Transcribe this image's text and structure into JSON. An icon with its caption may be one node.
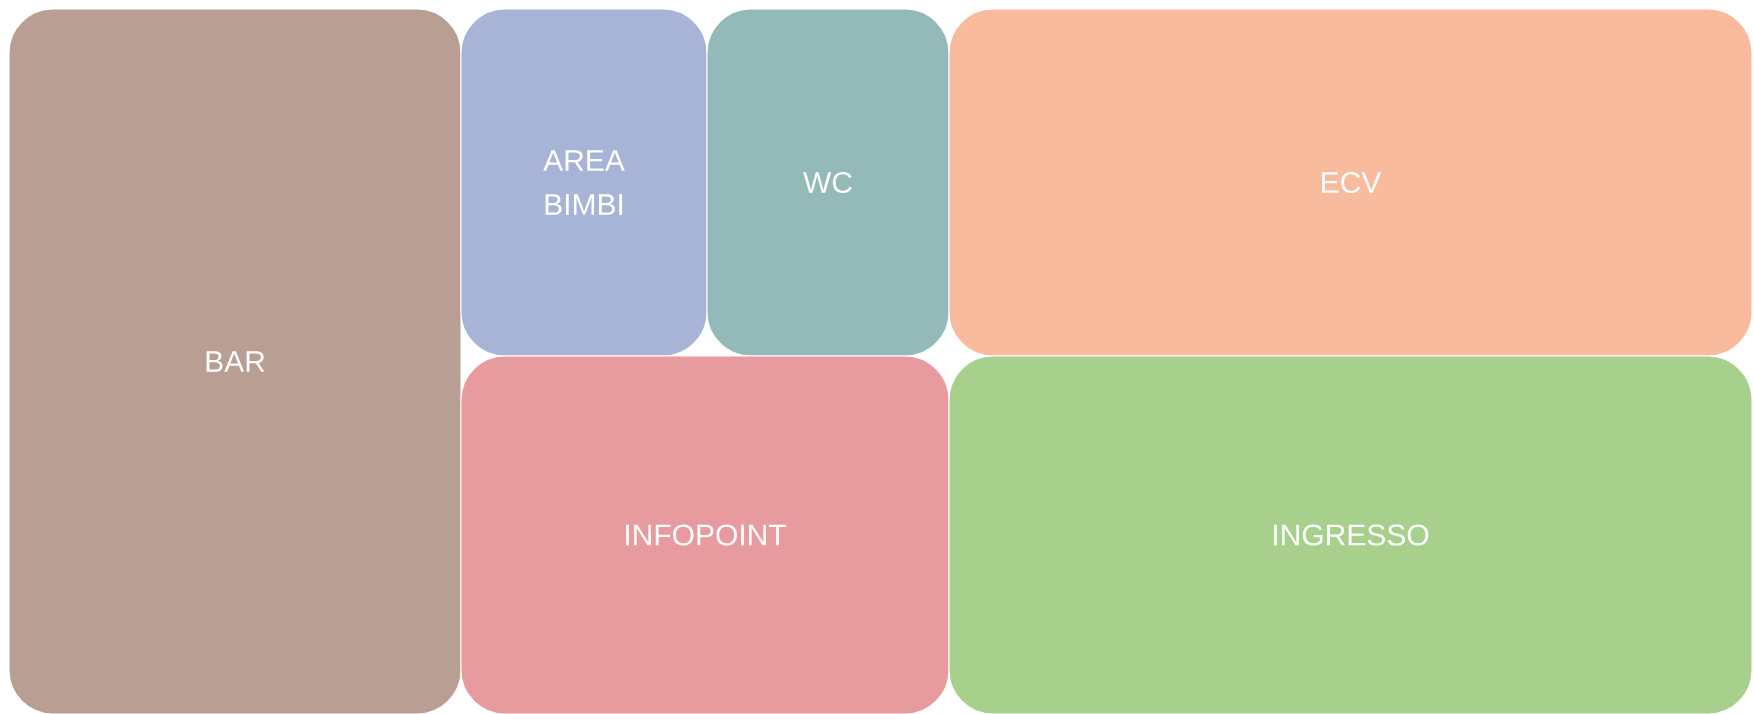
{
  "diagram": {
    "nodes": [
      {
        "text": [
          "BAR"
        ]
      },
      {
        "text": [
          "AREA BIMBI"
        ]
      },
      {
        "text": [
          "WC"
        ]
      },
      {
        "text": [
          "ECV"
        ]
      },
      {
        "text": [
          "INFOPOINT"
        ]
      },
      {
        "text": [
          "INGRESSO"
        ]
      }
    ]
  }
}
